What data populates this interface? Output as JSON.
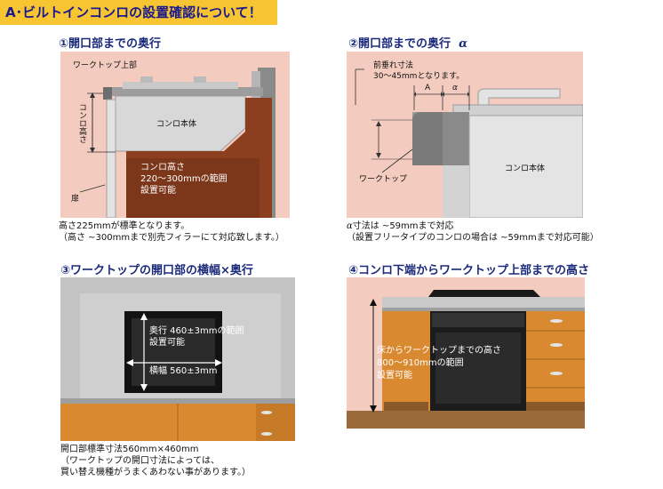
{
  "banner": {
    "title": "A･ビルトインコンロの設置確認について！"
  },
  "sections": [
    {
      "title": "①開口部までの奥行",
      "labels": {
        "worktop_top": "ワークトップ上部",
        "konro_height": "コンロ高さ",
        "konro_body": "コンロ本体",
        "range_line1": "コンロ高さ",
        "range_line2": "220〜300mmの範囲",
        "range_line3": "設置可能",
        "door": "扉"
      },
      "caption": [
        "高さ225mmが標準となります。",
        "（高さ ~300mmまで別売フィラーにて対応致します。）"
      ]
    },
    {
      "title_main": "②開口部までの奥行",
      "title_symbol": "α",
      "labels": {
        "front_hang_1": "前垂れ寸法",
        "front_hang_2": "30〜45mmとなります。",
        "dim_a": "A",
        "dim_alpha": "α",
        "worktop": "ワークトップ",
        "konro_body": "コンロ本体"
      },
      "caption_symbol": "α",
      "caption_line1_rest": "寸法は ~59mmまで対応",
      "caption_line2": "（設置フリータイプのコンロの場合は ~59mmまで対応可能）"
    },
    {
      "title": "③ワークトップの開口部の横幅×奥行",
      "labels": {
        "depth_line1": "奥行 460±3mmの範囲",
        "depth_line2": "設置可能",
        "width": "横幅 560±3mm"
      },
      "caption": [
        "開口部標準寸法560mm×460mm",
        "（ワークトップの開口寸法によっては、",
        "買い替え機種がうまくあわない事があります。）"
      ]
    },
    {
      "title": "④コンロ下端からワークトップ上部までの高さ",
      "labels": {
        "line1": "床からワークトップまでの高さ",
        "line2": "800〜910mmの範囲",
        "line3": "設置可能"
      }
    }
  ],
  "colors": {
    "banner": "#f6c531",
    "title": "#1b2a7a",
    "backdrop": "#f3cbbf",
    "cabinet_brown": "#8b3f1f",
    "wood": "#d9892f",
    "oven_black": "#1c1c1c"
  }
}
